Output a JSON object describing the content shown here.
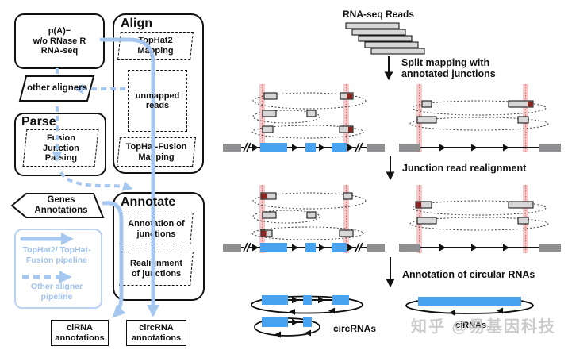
{
  "colors": {
    "arrow_blue": "#a6c7ef",
    "legend_blue": "#9fc2ee",
    "legend_border": "#b8d2f2",
    "exon_blue": "#47a2f0",
    "genomic_gray": "#909092",
    "read_gray": "#d7d7d7",
    "dark_red": "#8b2520",
    "pink_band": "#f6caca",
    "red_line": "#dd6666",
    "watermark_gray": "#bfbfbf"
  },
  "flowchart": {
    "input_box": {
      "line1": "p(A)−",
      "line2": "w/o RNase R",
      "line3": "RNA-seq"
    },
    "align": {
      "title": "Align",
      "tophat2": "TopHat2 Mapping",
      "unmapped": "unmapped reads",
      "tophat_fusion": "TopHat-Fusion Mapping"
    },
    "other_aligners": "other aligners",
    "parse": {
      "title": "Parse",
      "fusion_junction": "Fusion Junction Parsing"
    },
    "genes_annotations": "Genes Annotations",
    "annotate": {
      "title": "Annotate",
      "annotation_of_junctions": "Annotation of junctions",
      "realignment_of_junctions": "Realignment of junctions"
    },
    "legend": {
      "solid_label": "TopHat2/ TopHat-Fusion pipeline",
      "dashed_label": "Other aligner pipeline"
    },
    "outputs": {
      "cirna": "ciRNA annotations",
      "circrna": "circRNA annotations"
    }
  },
  "pipeline": {
    "reads_title": "RNA-seq Reads",
    "step1": "Split mapping with annotated junctions",
    "step2": "Junction read realignment",
    "step3": "Annotation of circular RNAs",
    "circrnas_label": "circRNAs",
    "cirnas_label": "ciRNAs"
  },
  "watermark": "知乎 @易基因科技"
}
